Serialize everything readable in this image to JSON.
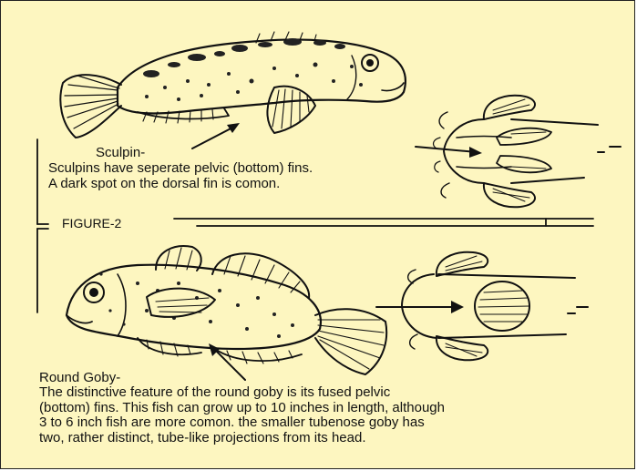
{
  "sculpin": {
    "title": "Sculpin-",
    "lines": [
      "Sculpins have seperate pelvic (bottom) fins.",
      "A dark spot on the dorsal fin is comon."
    ]
  },
  "figure_label": "FIGURE-2",
  "round_goby": {
    "title": "Round Goby-",
    "lines": [
      "The distinctive feature of the round goby is its fused pelvic",
      "(bottom) fins. This fish can grow up to 10 inches in length, although",
      "3 to 6 inch fish are more comon. the smaller tubenose goby has",
      "two, rather distinct, tube-like projections from its head."
    ]
  },
  "colors": {
    "background": "#fdf6c0",
    "ink": "#111111"
  }
}
